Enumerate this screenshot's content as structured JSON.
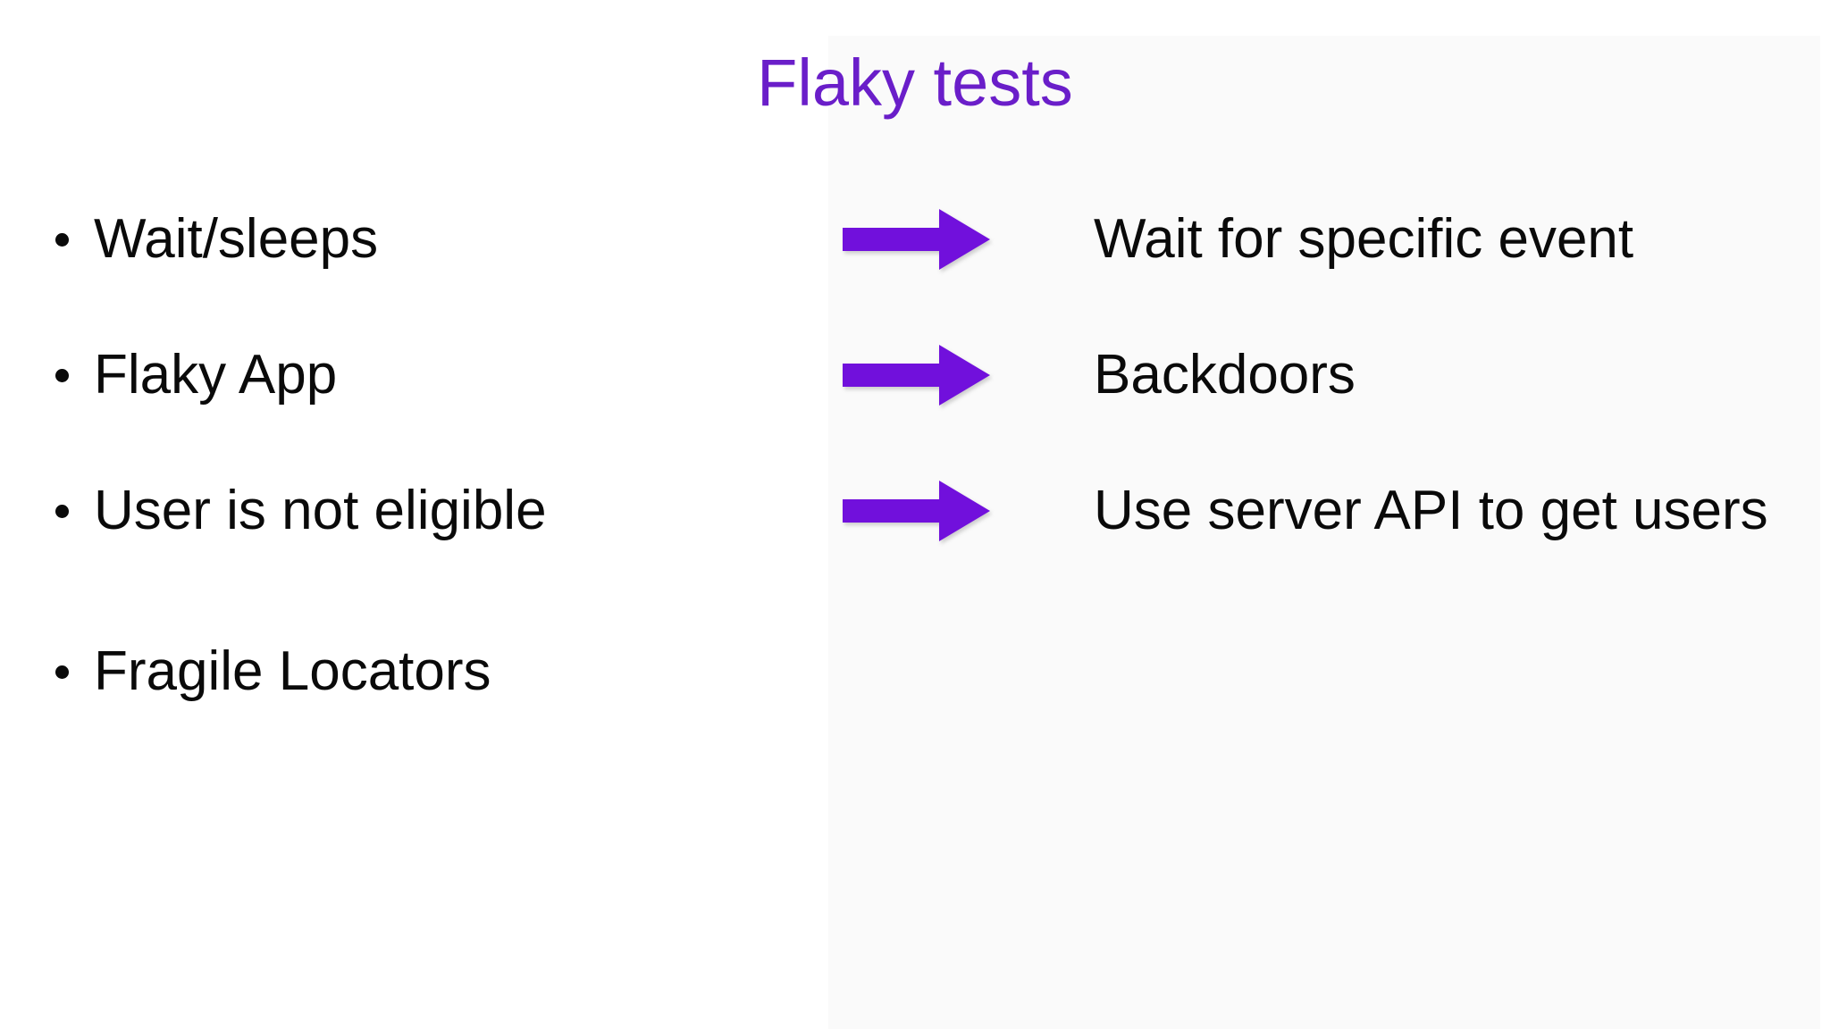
{
  "slide": {
    "title": "Flaky tests",
    "bullets": [
      {
        "label": "Wait/sleeps",
        "solution": "Wait for specific event"
      },
      {
        "label": "Flaky App",
        "solution": "Backdoors"
      },
      {
        "label": "User is not eligible",
        "solution": "Use server API to get users"
      },
      {
        "label": "Fragile Locators",
        "solution": ""
      }
    ],
    "colors": {
      "title": "#6a1ec9",
      "arrow": "#7110dc",
      "text": "#0a0a0a",
      "background": "#ffffff",
      "panel": "#fafafa"
    }
  }
}
